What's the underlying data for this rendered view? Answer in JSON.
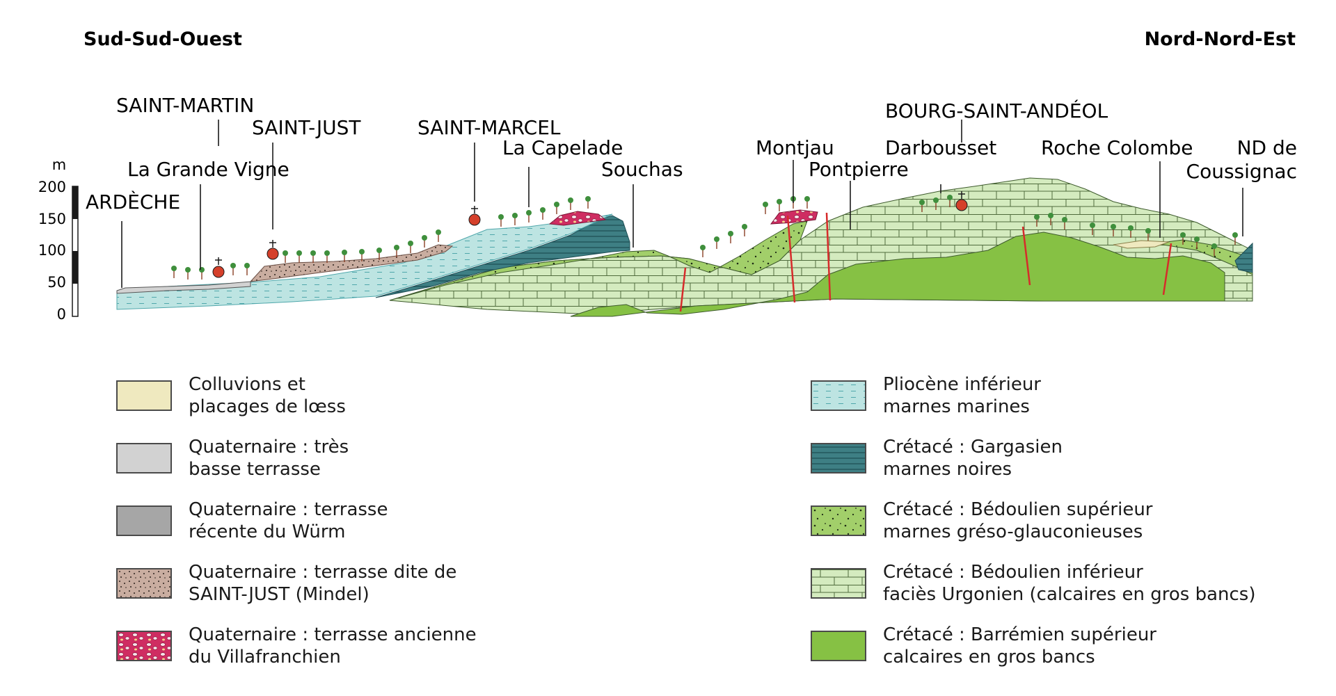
{
  "orientation": {
    "left": "Sud-Sud-Ouest",
    "right": "Nord-Nord-Est"
  },
  "scale": {
    "unit": "m",
    "ticks": [
      "200",
      "150",
      "100",
      "50",
      "0"
    ]
  },
  "places": {
    "ardeche": "ARDÈCHE",
    "saint_martin": "SAINT-MARTIN",
    "la_grande_vigne": "La Grande Vigne",
    "saint_just": "SAINT-JUST",
    "saint_marcel": "SAINT-MARCEL",
    "la_capelade": "La Capelade",
    "souchas": "Souchas",
    "montjau": "Montjau",
    "pontpierre": "Pontpierre",
    "bourg_saint_andeol": "BOURG-SAINT-ANDÉOL",
    "darbousset": "Darbousset",
    "roche_colombe": "Roche Colombe",
    "nd_de_1": "ND de",
    "nd_de_2": "Coussignac"
  },
  "colors": {
    "colluvions": "#efe9bf",
    "tres_basse": "#d2d2d2",
    "wurm": "#a6a6a6",
    "mindel": "#c9ada0",
    "villafranchien": "#cf2d62",
    "pliocene": "#bde4e2",
    "gargasien": "#3e7f84",
    "bedoulien_sup": "#a2cf6a",
    "bedoulien_inf": "#d4ebbf",
    "barremien": "#86c144",
    "fault": "#d62b2b",
    "church": "#d5402b",
    "vine": "#3f8f3c"
  },
  "legend_left": [
    {
      "line1": "Colluvions et",
      "line2": "placages de lœss",
      "pattern": "colluvions"
    },
    {
      "line1": "Quaternaire : très",
      "line2": "basse terrasse",
      "pattern": "tres-basse"
    },
    {
      "line1": "Quaternaire : terrasse",
      "line2": "récente du Würm",
      "pattern": "wurm"
    },
    {
      "line1": "Quaternaire : terrasse dite de",
      "line2": "SAINT-JUST (Mindel)",
      "pattern": "mindel"
    },
    {
      "line1": "Quaternaire : terrasse ancienne",
      "line2": "du Villafranchien",
      "pattern": "villafranchien"
    }
  ],
  "legend_right": [
    {
      "line1": "Pliocène inférieur",
      "line2": "marnes marines",
      "pattern": "pliocene"
    },
    {
      "line1": "Crétacé : Gargasien",
      "line2": "marnes noires",
      "pattern": "gargasien"
    },
    {
      "line1": "Crétacé : Bédoulien supérieur",
      "line2": "marnes gréso-glauconieuses",
      "pattern": "bedoulien-sup"
    },
    {
      "line1": "Crétacé : Bédoulien inférieur",
      "line2": "faciès Urgonien (calcaires en gros bancs)",
      "pattern": "bedoulien-inf"
    },
    {
      "line1": "Crétacé : Barrémien supérieur",
      "line2": "calcaires en gros bancs",
      "pattern": "barremien"
    }
  ]
}
